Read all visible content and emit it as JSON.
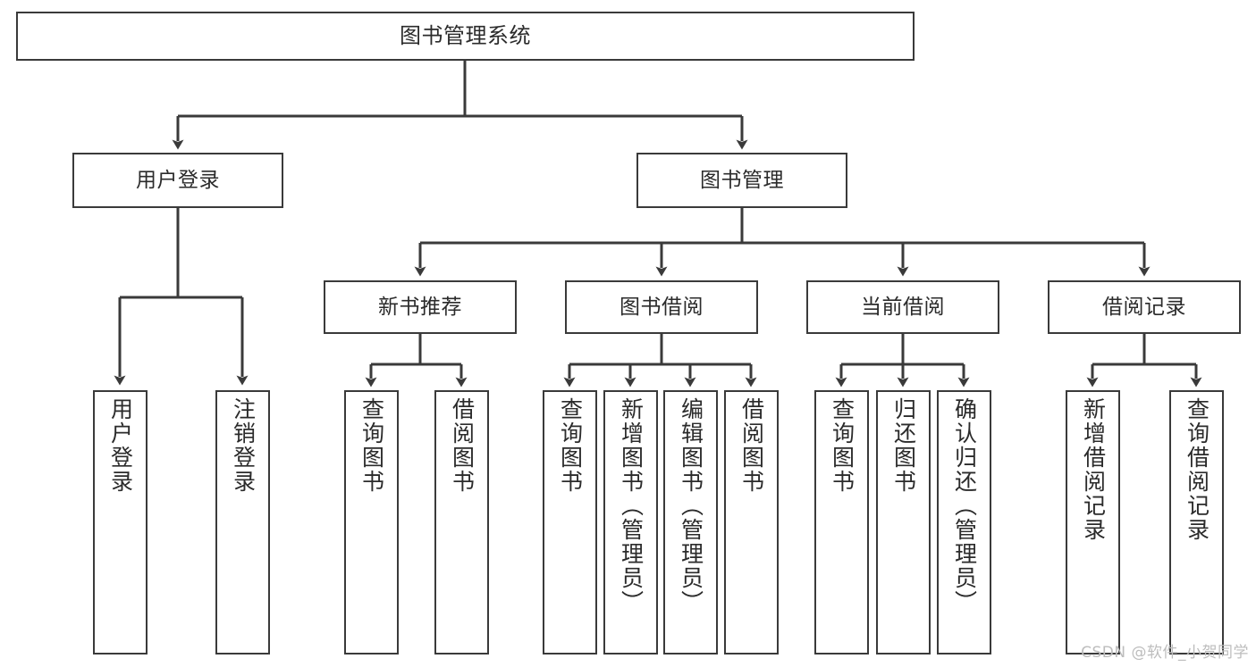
{
  "diagram": {
    "title": "图书管理系统",
    "type": "tree-hierarchy",
    "orientation": "top-down",
    "colors": {
      "border": "#3a3a3a",
      "fill": "#ffffff",
      "text": "#2b2b2b",
      "watermark": "#bdbdbd",
      "background": "#ffffff"
    }
  },
  "nodes": {
    "root": {
      "label": "图书管理系统",
      "level": 1
    },
    "level2": [
      {
        "id": "user-login",
        "label": "用户登录"
      },
      {
        "id": "book-management",
        "label": "图书管理"
      }
    ],
    "level3": [
      {
        "id": "new-book-recommend",
        "label": "新书推荐"
      },
      {
        "id": "book-borrow",
        "label": "图书借阅"
      },
      {
        "id": "current-borrow",
        "label": "当前借阅"
      },
      {
        "id": "borrow-record",
        "label": "借阅记录"
      }
    ],
    "leaves": {
      "user-login": [
        {
          "id": "leaf-user-login",
          "label": "用户登录"
        },
        {
          "id": "leaf-logout-login",
          "label": "注销登录"
        }
      ],
      "new-book-recommend": [
        {
          "id": "leaf-query-book-1",
          "label": "查询图书"
        },
        {
          "id": "leaf-borrow-book-1",
          "label": "借阅图书"
        }
      ],
      "book-borrow": [
        {
          "id": "leaf-query-book-2",
          "label": "查询图书"
        },
        {
          "id": "leaf-add-book",
          "label": "新增图书（管理员）"
        },
        {
          "id": "leaf-edit-book",
          "label": "编辑图书（管理员）"
        },
        {
          "id": "leaf-borrow-book-2",
          "label": "借阅图书"
        }
      ],
      "current-borrow": [
        {
          "id": "leaf-query-book-3",
          "label": "查询图书"
        },
        {
          "id": "leaf-return-book",
          "label": "归还图书"
        },
        {
          "id": "leaf-confirm-return",
          "label": "确认归还（管理员）"
        }
      ],
      "borrow-record": [
        {
          "id": "leaf-add-record",
          "label": "新增借阅记录"
        },
        {
          "id": "leaf-query-record",
          "label": "查询借阅记录"
        }
      ]
    }
  },
  "watermark": {
    "text": "CSDN @软件_小贺同学"
  }
}
